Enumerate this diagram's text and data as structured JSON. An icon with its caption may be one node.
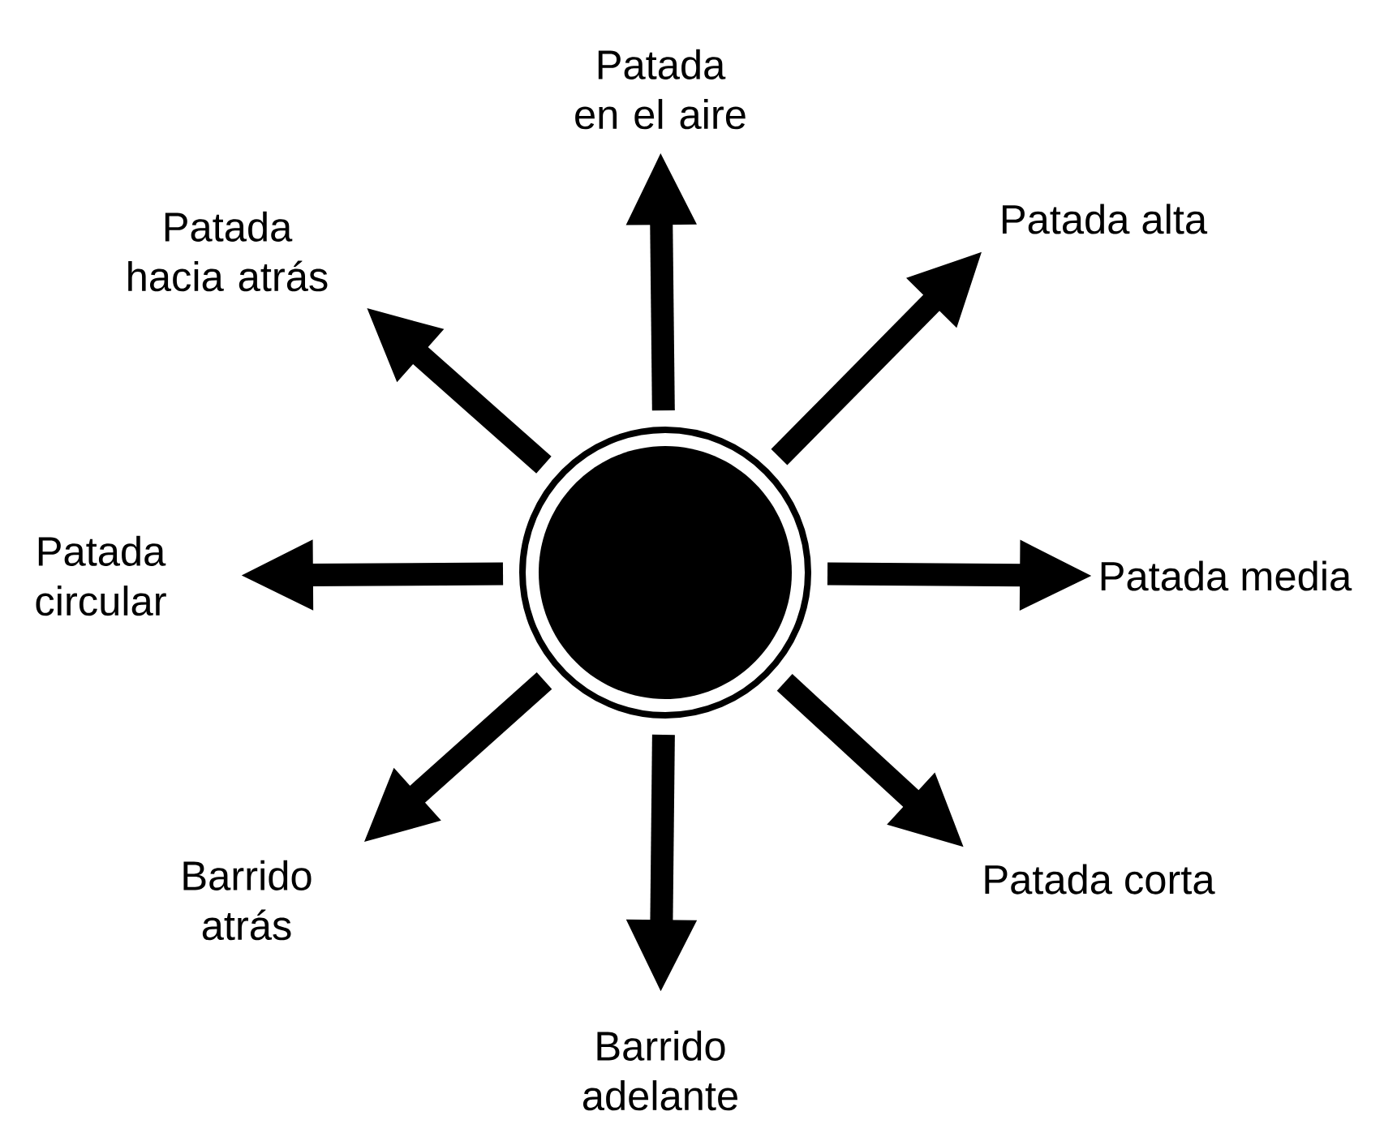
{
  "diagram": {
    "nodes": [
      {
        "text": [],
        "shape": "circle"
      },
      {
        "text": [
          "Patada en el aire"
        ]
      },
      {
        "text": [
          "Patada hacia atrás"
        ]
      },
      {
        "text": [
          "Patada alta"
        ]
      },
      {
        "text": [
          "Patada circular"
        ]
      },
      {
        "text": [
          "Patada media"
        ]
      },
      {
        "text": [
          "Barrido atrás"
        ]
      },
      {
        "text": [
          "Patada corta"
        ]
      },
      {
        "text": [
          "Barrido adelante"
        ]
      }
    ],
    "edges": [
      {
        "from": 0,
        "to": 1,
        "arrow": "to"
      },
      {
        "from": 0,
        "to": 2,
        "arrow": "to"
      },
      {
        "from": 0,
        "to": 3,
        "arrow": "to"
      },
      {
        "from": 0,
        "to": 4,
        "arrow": "to"
      },
      {
        "from": 0,
        "to": 5,
        "arrow": "to"
      },
      {
        "from": 0,
        "to": 6,
        "arrow": "to"
      },
      {
        "from": 0,
        "to": 7,
        "arrow": "to"
      },
      {
        "from": 0,
        "to": 8,
        "arrow": "to"
      }
    ]
  }
}
